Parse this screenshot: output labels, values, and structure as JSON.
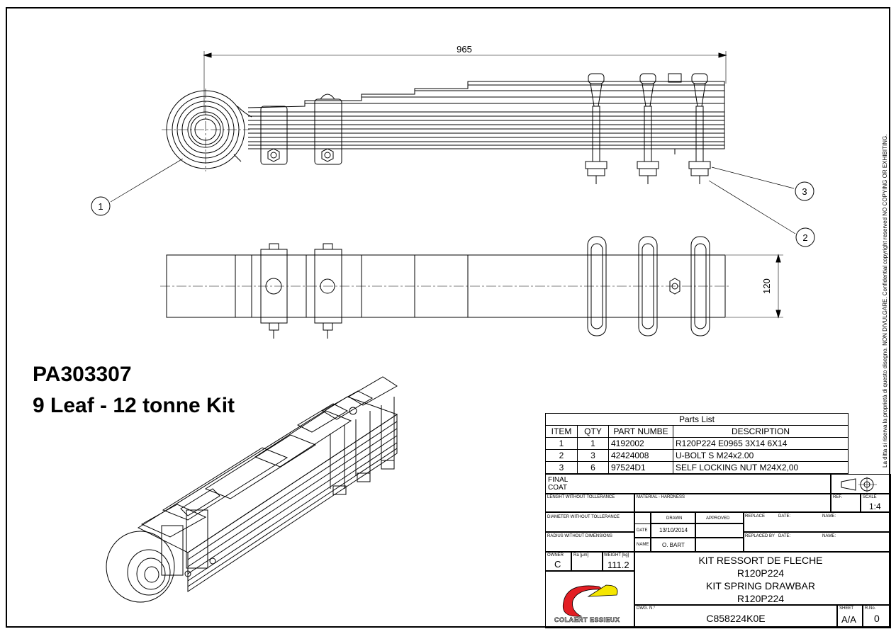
{
  "kit": {
    "part_code": "PA303307",
    "subtitle": "9 Leaf - 12 tonne Kit"
  },
  "dimensions": {
    "length": "965",
    "width": "120"
  },
  "balloons": [
    "1",
    "2",
    "3"
  ],
  "copyright_note": "La ditta si riserva la proprietà di questo disegno. NON DIVULGARE. Confidential copyright reserved NO COPYING OR EXHIBITING.",
  "parts_list": {
    "title": "Parts List",
    "headers": [
      "ITEM",
      "QTY",
      "PART NUMBE",
      "DESCRIPTION"
    ],
    "rows": [
      [
        "1",
        "1",
        "4192002",
        "R120P224 E0965 3X14 6X14"
      ],
      [
        "2",
        "3",
        "42424008",
        "U-BOLT S M24x2.00"
      ],
      [
        "3",
        "6",
        "97524D1",
        "SELF LOCKING NUT M24X2,00"
      ]
    ]
  },
  "title_block": {
    "finish_1": "FINAL",
    "finish_2": "COAT",
    "length_tol": "LENGHT WITHOUT TOLLERANCE",
    "material": "MATERIAL - HARDNESS",
    "ref": "REF.",
    "scale_label": "SCALE",
    "scale": "1:4",
    "diameter_tol": "DIAMETER WITHOUT TOLLERANCE",
    "drawn": "DRAWN",
    "approved": "APPROVED",
    "replace": "REPLACE",
    "date_label": "DATE:",
    "name_label": "NAME:",
    "radius_tol": "RADIUS WITHOUT DIMENSIONS",
    "date_short": "DATE",
    "date": "13/10/2014",
    "replaced_by": "REPLACED BY",
    "name_short": "NAME",
    "author": "O. BART",
    "owner_label": "OWNER",
    "owner": "C",
    "ra_label": "Ra [µm]",
    "weight_label": "WEIGHT [kg]",
    "weight": "111.2",
    "title_lines": [
      "KIT RESSORT DE FLECHE",
      "R120P224",
      "KIT SPRING DRAWBAR",
      "R120P224"
    ],
    "dwg_label": "DWG. N.°",
    "dwg_no": "C858224K0E",
    "sheet_label": "SHEET",
    "sheet": "A/A",
    "rev_label": "R.No.",
    "rev": "0",
    "company": "COLAERT ESSIEUX"
  },
  "colors": {
    "line": "#000000",
    "logo_red": "#e31e24",
    "logo_yellow": "#f5e600"
  }
}
